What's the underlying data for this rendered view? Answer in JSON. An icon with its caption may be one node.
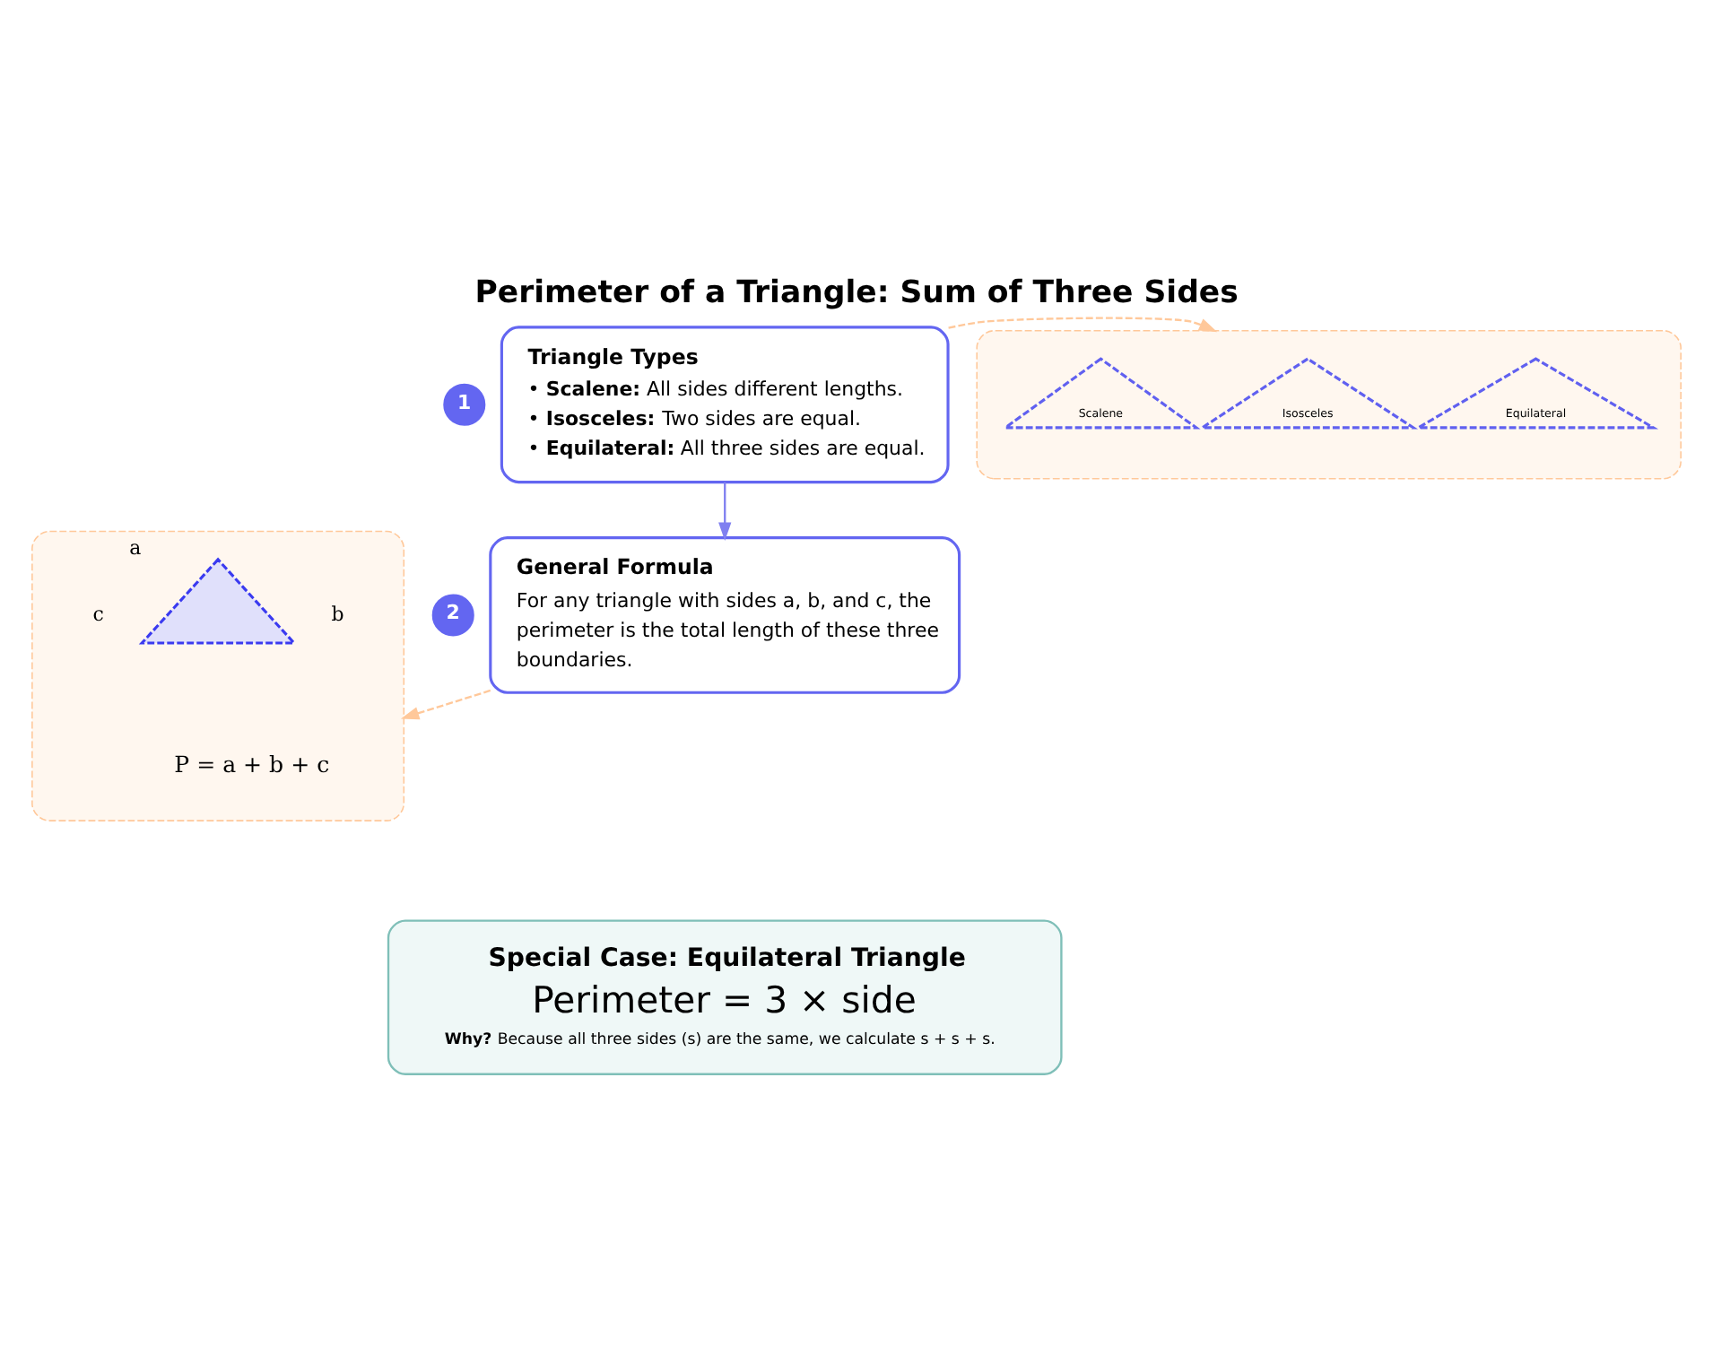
{
  "diagram": {
    "title": "Perimeter of a Triangle: Sum of Three Sides",
    "nodes": [
      {
        "text": [
          "1"
        ]
      },
      {
        "text": [
          "Triangle Types",
          "• **Scalene:** All sides different lengths.",
          "• **Isosceles:** Two sides are equal.",
          "• **Equilateral:** All three sides are equal."
        ]
      },
      {
        "text": [],
        "shape": "box"
      },
      {
        "text": [
          "Scalene"
        ],
        "in": 2
      },
      {
        "text": [
          "Isosceles"
        ],
        "in": 2
      },
      {
        "text": [
          "Equilateral"
        ],
        "in": 2
      },
      {
        "text": [
          "2"
        ]
      },
      {
        "text": [
          "General Formula",
          "For any triangle with sides a, b, and c, the perimeter is the total length of these three boundaries."
        ]
      },
      {
        "text": [],
        "shape": "box"
      },
      {
        "text": [],
        "shape": "triangle",
        "in": 8,
        "beside": [
          "c",
          "b",
          "a"
        ]
      },
      {
        "text": [
          "P = a + b + c"
        ],
        "in": 8
      },
      {
        "text": [
          "Special Case: Equilateral Triangle",
          "Perimeter = 3 × side",
          "**Why?** Because all three sides (s) are the same, we calculate s + s + s."
        ]
      }
    ],
    "edges": [
      {
        "from": 1,
        "to": 7,
        "arrow": "to",
        "color": "#8080f0"
      },
      {
        "from": 1,
        "to": 2,
        "arrow": "to",
        "style": "dashed"
      },
      {
        "from": 7,
        "to": 8,
        "arrow": "to",
        "style": "dashed"
      }
    ]
  }
}
